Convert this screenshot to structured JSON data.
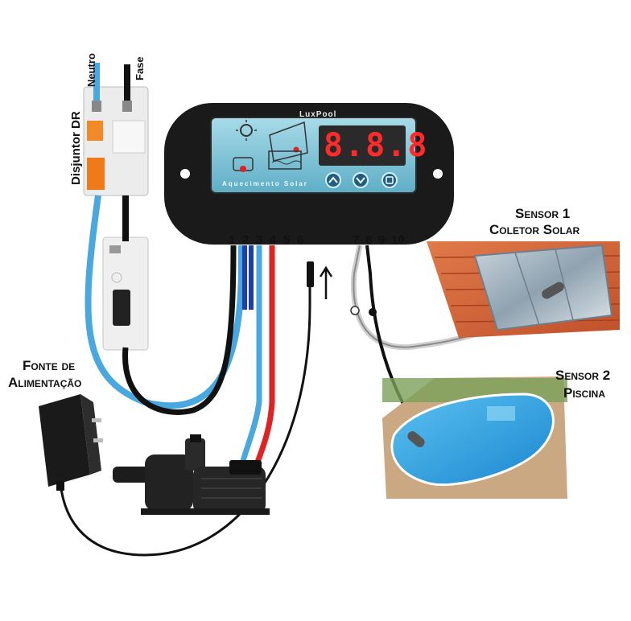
{
  "labels": {
    "neutro": "Neutro",
    "fase": "Fase",
    "disjuntor": "Disjuntor DR",
    "fonte_line1": "Fonte de",
    "fonte_line2": "Alimentação",
    "sensor1_line1": "Sensor 1",
    "sensor1_line2": "Coletor Solar",
    "sensor2_line1": "Sensor 2",
    "sensor2_line2": "Piscina"
  },
  "controller": {
    "brand": "LuxPool",
    "display": "8.8.8",
    "panel_caption": "Aquecimento Solar",
    "terminals": [
      "1",
      "2",
      "3",
      "4",
      "5",
      "6",
      "7",
      "8",
      "9",
      "10"
    ]
  },
  "colors": {
    "wire_blue": "#4aa8e0",
    "wire_dark_blue": "#1d3fae",
    "wire_red": "#e02222",
    "wire_black": "#111111",
    "display_red": "#ff2a2a",
    "panel_teal": "#7fc3d6",
    "pool_blue": "#2a9ee0"
  },
  "icons": [
    "sun-icon",
    "pump-icon",
    "pool-icon",
    "arrow-up-button",
    "arrow-down-button",
    "set-button",
    "power-adapter-icon"
  ]
}
